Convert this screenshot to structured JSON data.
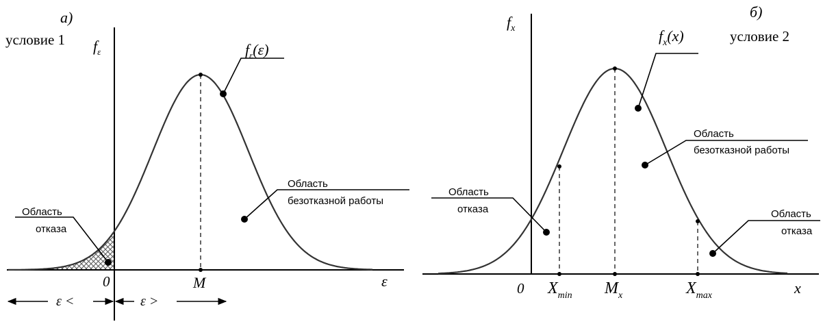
{
  "panel_a": {
    "letter": "а)",
    "condition": "условие 1",
    "y_axis_label": "f",
    "y_axis_sub": "ε",
    "curve_label_main": "f",
    "curve_label_sub": "ε",
    "curve_label_arg": "(ε)",
    "x_axis_label": "ε",
    "tick_zero": "0",
    "tick_mean": "M",
    "success_line1": "Область",
    "success_line2": "безотказной работы",
    "failure_line1": "Область",
    "failure_line2": "отказа",
    "left_arrow_label": "ε <",
    "right_arrow_label": "ε >"
  },
  "panel_b": {
    "letter": "б)",
    "condition": "условие 2",
    "y_axis_label": "f",
    "y_axis_sub": "x",
    "curve_label_main": "f",
    "curve_label_sub": "x",
    "curve_label_arg": "(x)",
    "x_axis_label": "x",
    "tick_zero": "0",
    "tick_min_main": "X",
    "tick_min_sub": "min",
    "tick_mean_main": "M",
    "tick_mean_sub": "x",
    "tick_max_main": "X",
    "tick_max_sub": "max",
    "success_line1": "Область",
    "success_line2": "безотказной работы",
    "failure_left_line1": "Область",
    "failure_left_line2": "отказа",
    "failure_right_line1": "Область",
    "failure_right_line2": "отказа"
  }
}
